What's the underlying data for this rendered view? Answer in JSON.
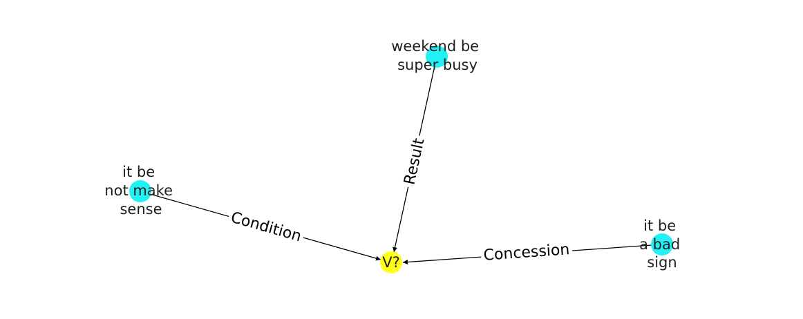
{
  "graph": {
    "nodes": [
      {
        "id": "n_busy",
        "lines": [
          "weekend be",
          "super busy"
        ],
        "color": "#22f0f5"
      },
      {
        "id": "n_sense",
        "lines": [
          "it be",
          "not make",
          "sense"
        ],
        "color": "#22f0f5"
      },
      {
        "id": "n_bad",
        "lines": [
          "it be",
          "a bad",
          "sign"
        ],
        "color": "#22f0f5"
      },
      {
        "id": "n_v",
        "lines": [
          "V?"
        ],
        "color": "#ffff1a"
      }
    ],
    "edges": [
      {
        "id": "e_result",
        "source": "n_busy",
        "target": "n_v",
        "label": "Result"
      },
      {
        "id": "e_condition",
        "source": "n_sense",
        "target": "n_v",
        "label": "Condition"
      },
      {
        "id": "e_concession",
        "source": "n_bad",
        "target": "n_v",
        "label": "Concession"
      }
    ]
  }
}
